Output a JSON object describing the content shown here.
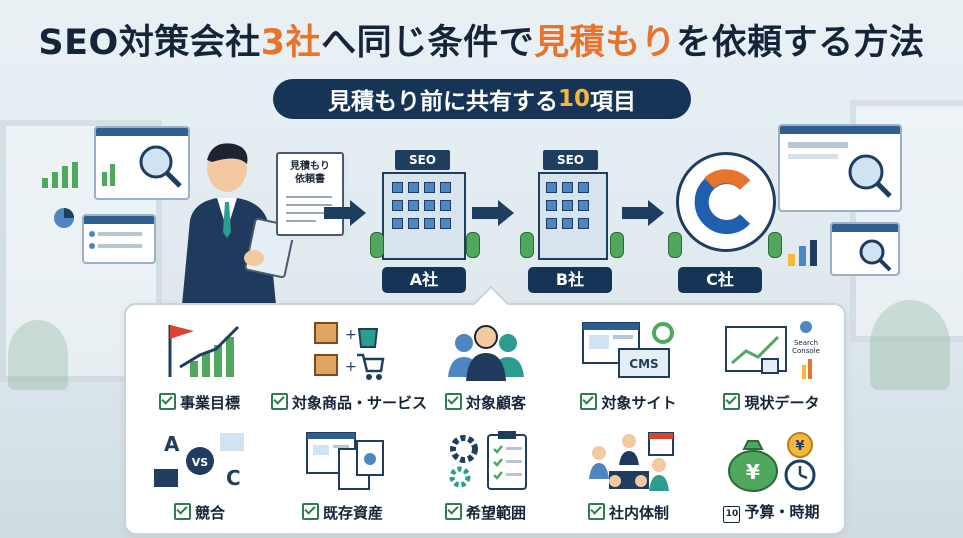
{
  "header": {
    "title_part1": "SEO対策会社",
    "title_highlight1": "3社",
    "title_part2": "へ同じ条件で",
    "title_highlight2": "見積もり",
    "title_part3": "を依頼する方法",
    "subtitle_part1": "見積もり前に共有する",
    "subtitle_highlight": "10",
    "subtitle_part2": "項目"
  },
  "flow": {
    "document_line1": "見積もり",
    "document_line2": "依頼書",
    "companies": [
      {
        "sign": "SEO",
        "label": "A社"
      },
      {
        "sign": "SEO",
        "label": "B社"
      },
      {
        "sign": "",
        "label": "C社"
      }
    ]
  },
  "items": [
    {
      "label": "事業目標",
      "icon": "flag-growth-chart-icon"
    },
    {
      "label": "対象商品・サービス",
      "icon": "products-cart-icon"
    },
    {
      "label": "対象顧客",
      "icon": "customers-icon"
    },
    {
      "label": "対象サイト",
      "icon": "website-cms-icon"
    },
    {
      "label": "現状データ",
      "icon": "analytics-search-console-icon"
    },
    {
      "label": "競合",
      "icon": "versus-icon"
    },
    {
      "label": "既存資産",
      "icon": "documents-icon"
    },
    {
      "label": "希望範囲",
      "icon": "gear-checklist-icon"
    },
    {
      "label": "社内体制",
      "icon": "team-meeting-icon"
    },
    {
      "label": "予算・時期",
      "icon": "money-clock-icon"
    }
  ],
  "item_extra": {
    "cms_text": "CMS",
    "search_console_line1": "Search",
    "search_console_line2": "Console",
    "vs_a": "A",
    "vs_vs": "VS",
    "vs_c": "C",
    "yen": "¥",
    "badge10": "10"
  },
  "colors": {
    "navy": "#163456",
    "orange": "#e8732a",
    "yellow": "#f6b73c",
    "green_check": "#2e7d4f"
  }
}
